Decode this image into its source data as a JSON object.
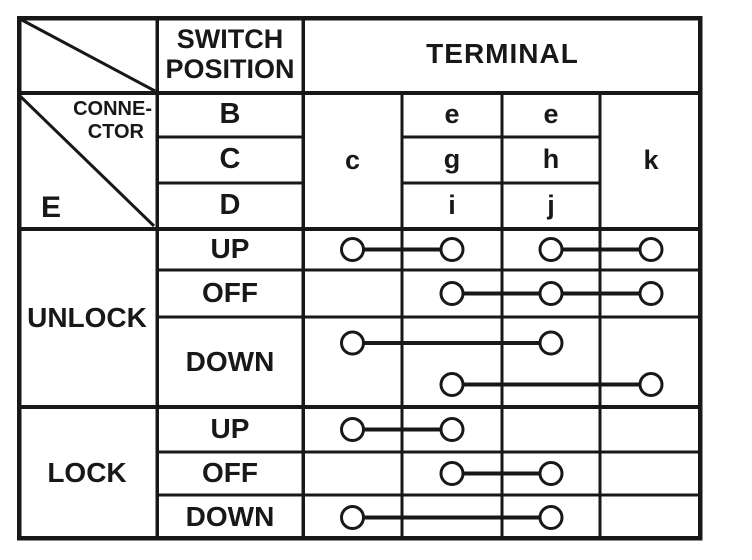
{
  "header": {
    "switch_position_line1": "SWITCH",
    "switch_position_line2": "POSITION",
    "terminal": "TERMINAL",
    "connector_label_line1": "CONNE-",
    "connector_label_line2": "CTOR",
    "connector_value": "E",
    "switch_rows": [
      "B",
      "C",
      "D"
    ],
    "terminal_columns": {
      "c": [
        "c"
      ],
      "col2": [
        "e",
        "g",
        "i"
      ],
      "col3": [
        "e",
        "h",
        "j"
      ],
      "k": [
        "k"
      ]
    }
  },
  "sections": [
    {
      "label": "UNLOCK",
      "rows": [
        {
          "position": "UP",
          "continuity": [
            [
              "c",
              "g"
            ],
            [
              "h",
              "k"
            ]
          ]
        },
        {
          "position": "OFF",
          "continuity": [
            [
              "g",
              "h",
              "k"
            ]
          ]
        },
        {
          "position": "DOWN",
          "continuity": [
            [
              "c",
              "h"
            ],
            [
              "g",
              "k"
            ]
          ]
        }
      ]
    },
    {
      "label": "LOCK",
      "rows": [
        {
          "position": "UP",
          "continuity": [
            [
              "c",
              "g"
            ]
          ]
        },
        {
          "position": "OFF",
          "continuity": [
            [
              "g",
              "h"
            ]
          ]
        },
        {
          "position": "DOWN",
          "continuity": [
            [
              "c",
              "h"
            ]
          ]
        }
      ]
    }
  ],
  "colors": {
    "ink": "#181818",
    "paper": "#ffffff"
  }
}
